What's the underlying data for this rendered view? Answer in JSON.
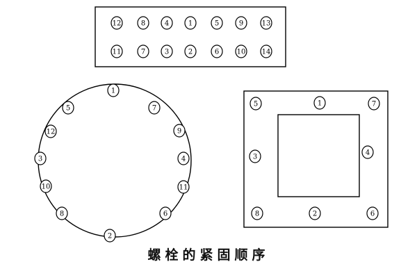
{
  "colors": {
    "stroke": "#000000",
    "background": "#ffffff"
  },
  "caption": "螺栓的紧固顺序",
  "flange_linear": {
    "row_top": [
      "12",
      "8",
      "4",
      "1",
      "5",
      "9",
      "13"
    ],
    "row_bottom": [
      "11",
      "7",
      "3",
      "2",
      "6",
      "10",
      "14"
    ]
  },
  "flange_circular": {
    "bolts": [
      "1",
      "7",
      "9",
      "4",
      "11",
      "6",
      "2",
      "8",
      "10",
      "3",
      "12",
      "5"
    ]
  },
  "flange_square": {
    "bolts": [
      "5",
      "1",
      "7",
      "4",
      "6",
      "2",
      "8",
      "3"
    ]
  }
}
